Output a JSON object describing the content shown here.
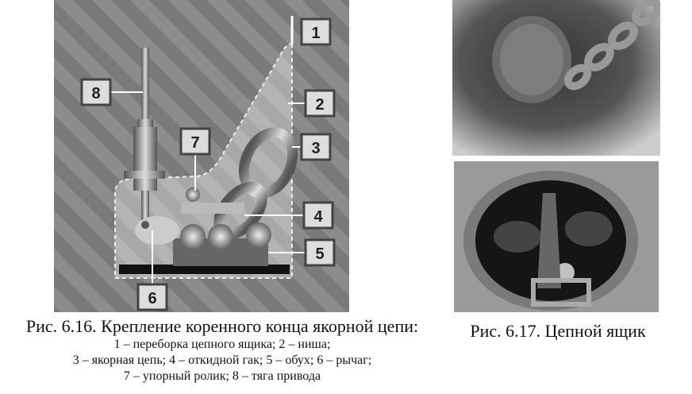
{
  "figure_616": {
    "labels": [
      "1",
      "2",
      "3",
      "4",
      "5",
      "6",
      "7",
      "8"
    ],
    "caption_title": "Рис. 6.16. Крепление коренного конца якорной цепи:",
    "caption_lines": [
      "1 – переборка цепного ящика; 2 – ниша;",
      "3 – якорная цепь; 4 – откидной гак; 5 – обух; 6 – рычаг;",
      "7 – упорный ролик; 8 – тяга привода"
    ]
  },
  "figure_617": {
    "caption_title": "Рис. 6.17. Цепной ящик"
  }
}
